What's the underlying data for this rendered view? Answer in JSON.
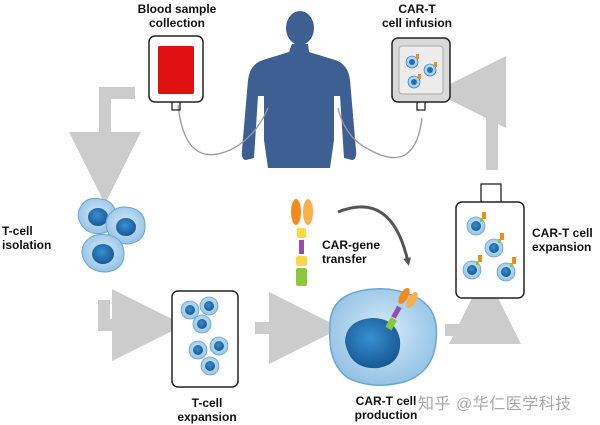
{
  "labels": {
    "blood_sample": {
      "line1": "Blood sample",
      "line2": "collection"
    },
    "car_t_infusion": {
      "line1": "CAR-T",
      "line2": "cell infusion"
    },
    "t_cell_isolation": {
      "line1": "T-cell",
      "line2": "isolation"
    },
    "car_gene_transfer": {
      "line1": "CAR-gene",
      "line2": "transfer"
    },
    "car_t_expansion": {
      "line1": "CAR-T cell",
      "line2": "expansion"
    },
    "t_cell_expansion": {
      "line1": "T-cell",
      "line2": "expansion"
    },
    "car_t_production": {
      "line1": "CAR-T cell",
      "line2": "production"
    }
  },
  "watermark": "知乎 @华仁医学科技",
  "colors": {
    "blood_red": "#e01010",
    "body_blue": "#3d5f92",
    "cell_light": "#a7cce9",
    "cell_nucleus": "#1f6fb0",
    "arrow_gray": "#cccccc",
    "bag_outline": "#222222",
    "receptor_orange": "#f28a1c",
    "receptor_purple": "#9a4ab0",
    "receptor_green": "#8cc63f",
    "receptor_yellow": "#f7d84a"
  }
}
